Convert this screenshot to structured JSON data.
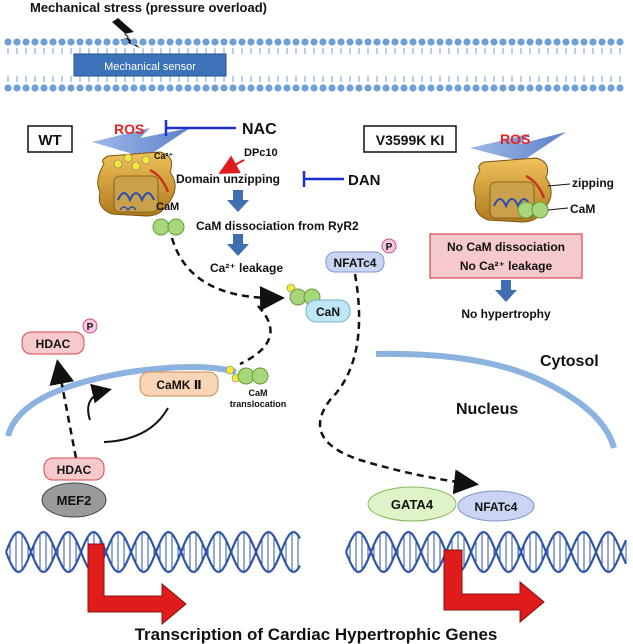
{
  "title_top": "Mechanical stress (pressure overload)",
  "sensor_label": "Mechanical sensor",
  "wt_label": "WT",
  "ki_label": "V3599K KI",
  "ros": "ROS",
  "ca_ion": "Ca²⁺",
  "nac": "NAC",
  "dpc10": "DPc10",
  "domain_unzipping": "Domain unzipping",
  "dan": "DAN",
  "cam": "CaM",
  "cam_dissociation": "CaM dissociation from RyR2",
  "ca_leakage": "Ca²⁺ leakage",
  "can": "CaN",
  "nfatc4": "NFATc4",
  "p": "P",
  "hdac": "HDAC",
  "camk": "CaMK Ⅱ",
  "cam_translocation_1": "CaM",
  "cam_translocation_2": "translocation",
  "cytosol": "Cytosol",
  "nucleus": "Nucleus",
  "mef2": "MEF2",
  "gata4": "GATA4",
  "zipping": "zipping",
  "no_cam_dissociation": "No CaM dissociation",
  "no_ca_leakage": "No Ca²⁺ leakage",
  "no_hypertrophy": "No hypertrophy",
  "bottom_title": "Transcription of Cardiac Hypertrophic Genes",
  "colors": {
    "membrane": "#6f9fd8",
    "sensor": "#3c73b8",
    "inhibitor": "#1a2fd6",
    "ros": "#e8231f",
    "arrow_blue": "#3f6fb0",
    "cam_green": "#a8d67a",
    "pink_box": "#f6c9cc",
    "pink_border": "#d8474d",
    "camk_fill": "#f9d5b8",
    "can_fill": "#bfe6f4",
    "nfat_fill": "#c9d5f2",
    "gata_fill": "#dff3c9",
    "mef2_fill": "#9a9a9a",
    "dna": "#2f56a8",
    "red_arrow": "#e01b1b",
    "ryr_gold": "#d9a43a"
  }
}
